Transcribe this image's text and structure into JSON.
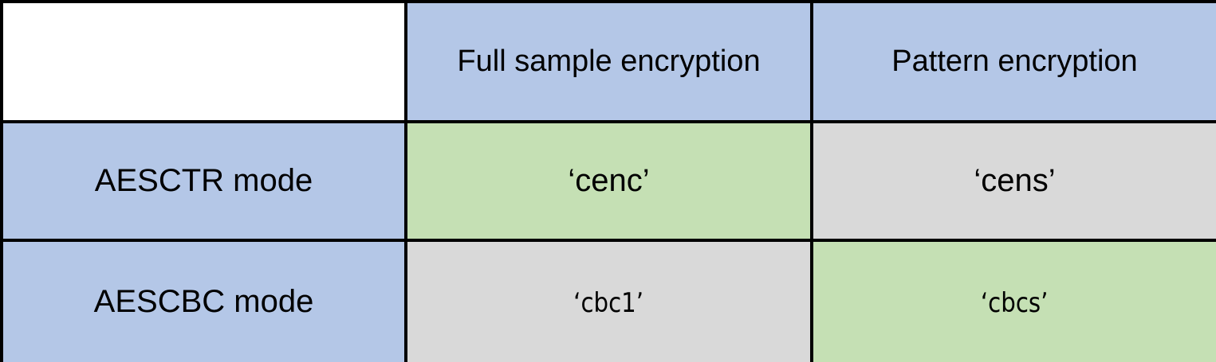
{
  "table": {
    "corner": "",
    "column_headers": [
      {
        "label": "Full sample encryption"
      },
      {
        "label": "Pattern encryption"
      }
    ],
    "rows": [
      {
        "header": "AESCTR mode",
        "cells": [
          {
            "value": "‘cenc’",
            "status": "highlighted-green"
          },
          {
            "value": "‘cens’",
            "status": "neutral-gray"
          }
        ]
      },
      {
        "header": "AESCBC mode",
        "cells": [
          {
            "value": "‘cbc1’",
            "status": "neutral-gray"
          },
          {
            "value": "‘cbcs’",
            "status": "highlighted-green"
          }
        ]
      }
    ]
  },
  "colors": {
    "header_fill": "#b4c7e7",
    "highlight_fill": "#c5e0b4",
    "neutral_fill": "#d9d9d9",
    "border": "#000000",
    "text": "#000000"
  }
}
